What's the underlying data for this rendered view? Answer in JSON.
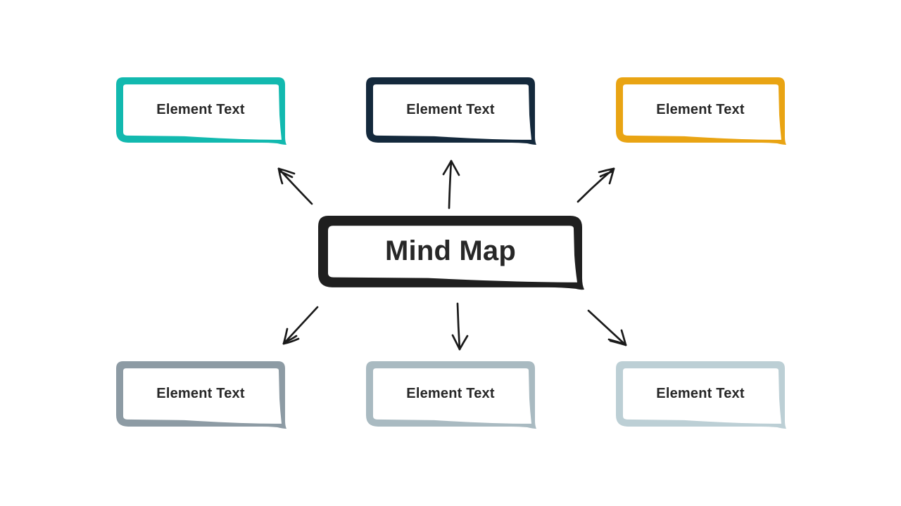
{
  "diagram": {
    "type": "mind-map",
    "center": {
      "label": "Mind Map",
      "border_color": "#1f1f1f"
    },
    "elements": [
      {
        "position": "top-left",
        "label": "Element Text",
        "border_color": "#12b9af"
      },
      {
        "position": "top-center",
        "label": "Element Text",
        "border_color": "#14293c"
      },
      {
        "position": "top-right",
        "label": "Element Text",
        "border_color": "#e9a413"
      },
      {
        "position": "bottom-left",
        "label": "Element Text",
        "border_color": "#8d9ba4"
      },
      {
        "position": "bottom-center",
        "label": "Element Text",
        "border_color": "#a9bac1"
      },
      {
        "position": "bottom-right",
        "label": "Element Text",
        "border_color": "#bccfd5"
      }
    ],
    "connectors": [
      {
        "from": "center",
        "to": "top-left",
        "direction": "up-left"
      },
      {
        "from": "center",
        "to": "top-center",
        "direction": "up"
      },
      {
        "from": "center",
        "to": "top-right",
        "direction": "up-right"
      },
      {
        "from": "center",
        "to": "bottom-left",
        "direction": "down-left"
      },
      {
        "from": "center",
        "to": "bottom-center",
        "direction": "down"
      },
      {
        "from": "center",
        "to": "bottom-right",
        "direction": "down-right"
      }
    ],
    "colors": {
      "background": "#ffffff",
      "text": "#272727",
      "arrow": "#1a1a1a"
    }
  }
}
